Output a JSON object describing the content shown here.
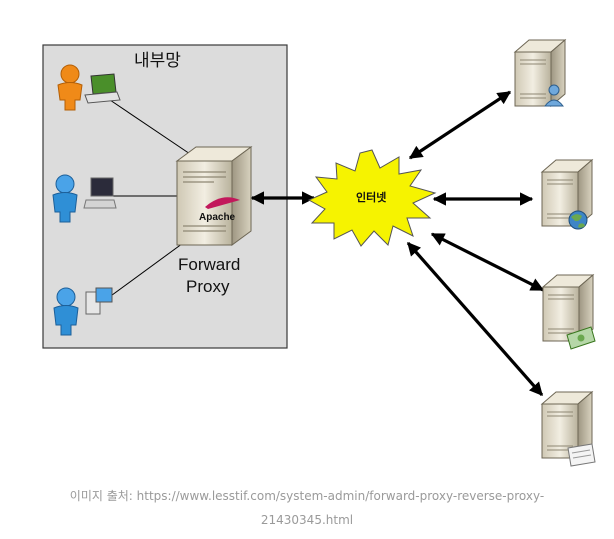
{
  "diagram": {
    "internal_network_label": "내부망",
    "proxy_label_line1": "Forward",
    "proxy_label_line2": "Proxy",
    "proxy_brand": "Apache",
    "internet_label": "인터넷",
    "client_colors": [
      "#f08a18",
      "#2f8fd6",
      "#2f8fd6"
    ],
    "client_device_icons": [
      "laptop-icon",
      "desktop-monitor-icon",
      "desktop-computer-icon"
    ],
    "remote_server_badges": [
      "user-icon",
      "globe-icon",
      "money-icon",
      "document-icon"
    ],
    "burst_color": "#f6f300"
  },
  "caption": {
    "line1": "이미지 출처: https://www.lesstif.com/system-admin/forward-proxy-reverse-proxy-",
    "line2": "21430345.html"
  }
}
